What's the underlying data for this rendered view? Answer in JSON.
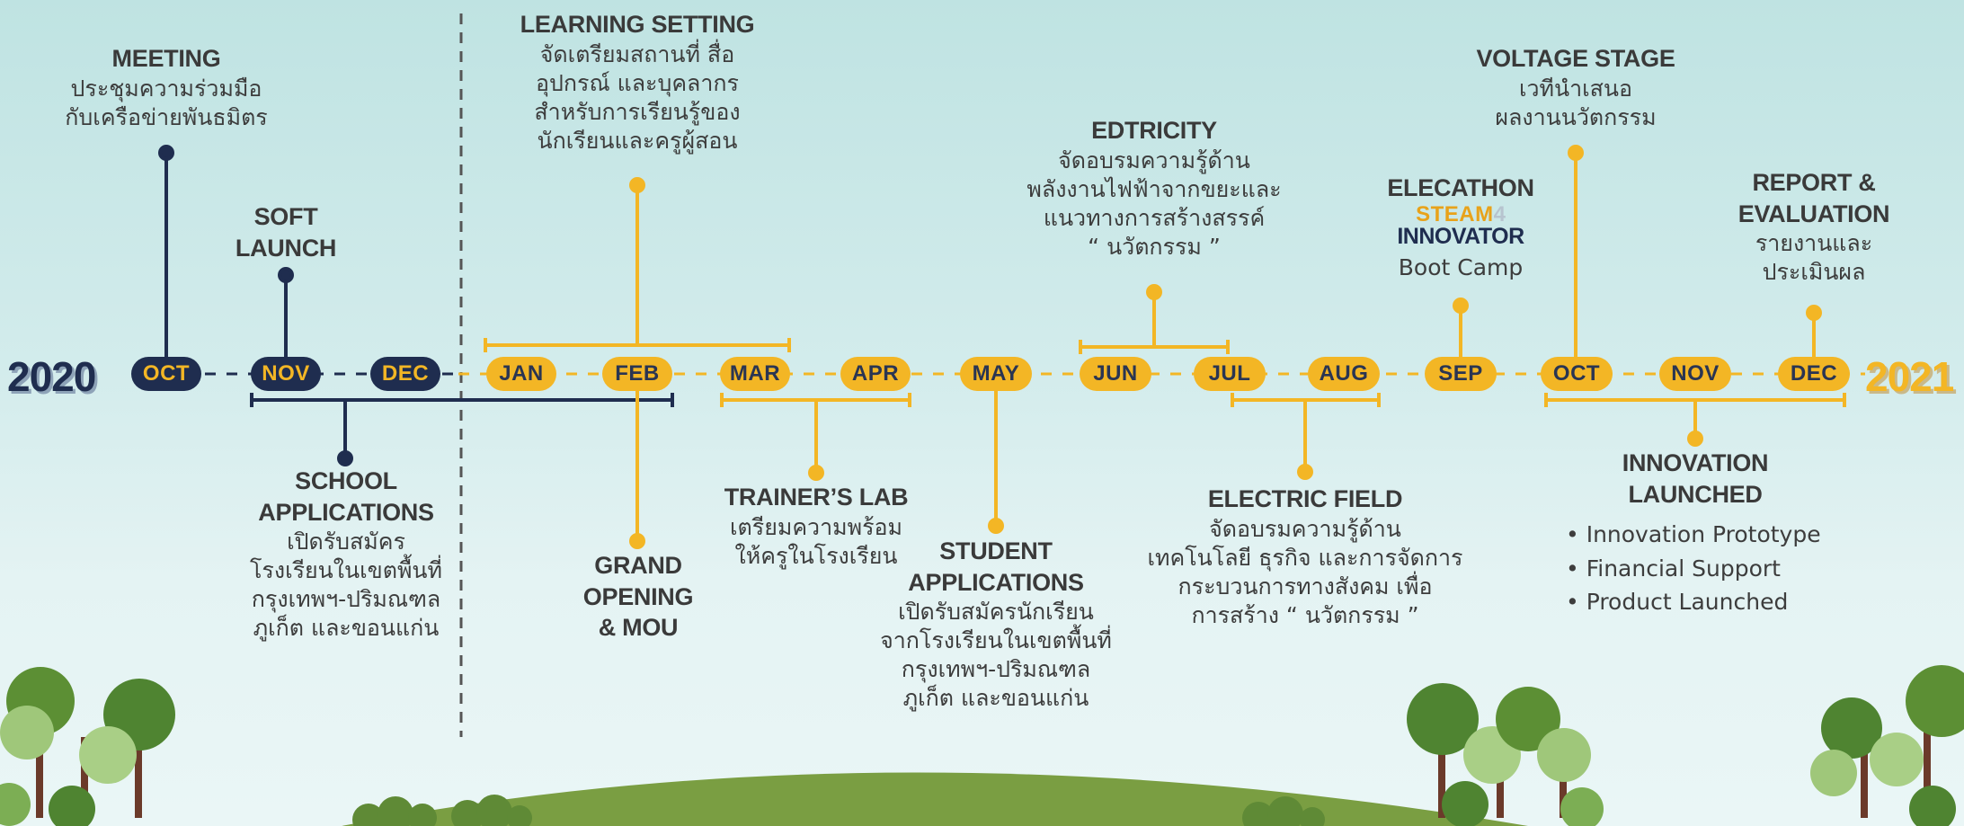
{
  "colors": {
    "navy": "#1f2d4f",
    "gold": "#f3b625",
    "dash": "#555555"
  },
  "years": {
    "start": "2020",
    "end": "2021"
  },
  "months": [
    {
      "label": "OCT",
      "style": "navy"
    },
    {
      "label": "NOV",
      "style": "navy"
    },
    {
      "label": "DEC",
      "style": "navy"
    },
    {
      "label": "JAN",
      "style": "gold"
    },
    {
      "label": "FEB",
      "style": "gold"
    },
    {
      "label": "MAR",
      "style": "gold"
    },
    {
      "label": "APR",
      "style": "gold"
    },
    {
      "label": "MAY",
      "style": "gold"
    },
    {
      "label": "JUN",
      "style": "gold"
    },
    {
      "label": "JUL",
      "style": "gold"
    },
    {
      "label": "AUG",
      "style": "gold"
    },
    {
      "label": "SEP",
      "style": "gold"
    },
    {
      "label": "OCT",
      "style": "gold"
    },
    {
      "label": "NOV",
      "style": "gold"
    },
    {
      "label": "DEC",
      "style": "gold"
    }
  ],
  "events": {
    "meeting": {
      "title": "MEETING",
      "desc": [
        "ประชุมความร่วมมือ",
        "กับเครือข่ายพันธมิตร"
      ]
    },
    "soft_launch": {
      "title": [
        "SOFT",
        "LAUNCH"
      ]
    },
    "learning_setting": {
      "title": "LEARNING SETTING",
      "desc": [
        "จัดเตรียมสถานที่ สื่อ",
        "อุปกรณ์ และบุคลากร",
        "สำหรับการเรียนรู้ของ",
        "นักเรียนและครูผู้สอน"
      ]
    },
    "edtricity": {
      "title": "EDTRICITY",
      "desc": [
        "จัดอบรมความรู้ด้าน",
        "พลังงานไฟฟ้าจากขยะและ",
        "แนวทางการสร้างสรรค์",
        "“ นวัตกรรม ”"
      ]
    },
    "elecathon": {
      "title": "ELECATHON",
      "logo_top": "STEAM",
      "logo_num": "4",
      "logo_bottom": "INNOVATOR",
      "desc": "Boot Camp"
    },
    "voltage_stage": {
      "title": "VOLTAGE STAGE",
      "desc": [
        "เวทีนำเสนอ",
        "ผลงานนวัตกรรม"
      ]
    },
    "report": {
      "title": [
        "REPORT &",
        "EVALUATION"
      ],
      "desc": [
        "รายงานและ",
        "ประเมินผล"
      ]
    },
    "school_apps": {
      "title": [
        "SCHOOL",
        "APPLICATIONS"
      ],
      "desc": [
        "เปิดรับสมัคร",
        "โรงเรียนในเขตพื้นที่",
        "กรุงเทพฯ-ปริมณฑล",
        "ภูเก็ต และขอนแก่น"
      ]
    },
    "grand_opening": {
      "title": [
        "GRAND",
        "OPENING",
        "& MOU"
      ]
    },
    "trainers_lab": {
      "title": "TRAINER’S LAB",
      "desc": [
        "เตรียมความพร้อม",
        "ให้ครูในโรงเรียน"
      ]
    },
    "student_apps": {
      "title": [
        "STUDENT",
        "APPLICATIONS"
      ],
      "desc": [
        "เปิดรับสมัครนักเรียน",
        "จากโรงเรียนในเขตพื้นที่",
        "กรุงเทพฯ-ปริมณฑล",
        "ภูเก็ต และขอนแก่น"
      ]
    },
    "electric_field": {
      "title": "ELECTRIC FIELD",
      "desc": [
        "จัดอบรมความรู้ด้าน",
        "เทคโนโลยี ธุรกิจ และการจัดการ",
        "กระบวนการทางสังคม เพื่อ",
        "การสร้าง “ นวัตกรรม ”"
      ]
    },
    "innovation_launched": {
      "title": [
        "INNOVATION",
        "LAUNCHED"
      ],
      "bullets": [
        "• Innovation Prototype",
        "• Financial Support",
        "• Product Launched"
      ]
    }
  }
}
